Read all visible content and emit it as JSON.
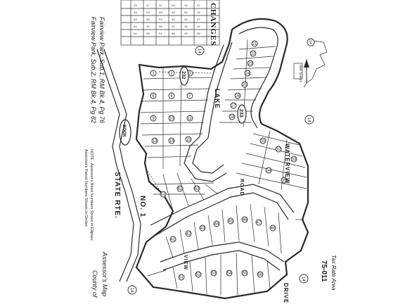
{
  "header": {
    "changes_title": "CHANGES",
    "sub_note_1": "Fairview Park, Sub.1, RM Bk.4, Pg 76",
    "sub_note_2": "Fairview Park, Sub.2, RM Bk.4, Pg 82",
    "note_text": "NOTE - Assessor's Block Numbers Shown in Ellipses",
    "note_text_2": "Assessor's Parcel Numbers Shown in Circles",
    "tax_area": "Tax Rate Area",
    "tax_area_code": "75-011",
    "assessor_map": "Assessor's Map",
    "county_label": "County of"
  },
  "roads": {
    "state_route": "STATE RTE.",
    "state_route_no": "NO. 1",
    "road_1": "LAKE",
    "road_2": "WATERVIEW",
    "road_3": "DRIVE",
    "road_4": "ROAD",
    "road_5": "VIEW"
  },
  "blocks": {
    "block_232": "232",
    "block_233": "233",
    "block_14_a": "14",
    "block_14_b": "14",
    "block_14_c": "14",
    "block_14_d": "14",
    "block_14_e": "14",
    "block_book": "BOOK"
  },
  "top_right_note": "SEE SHEET"
}
